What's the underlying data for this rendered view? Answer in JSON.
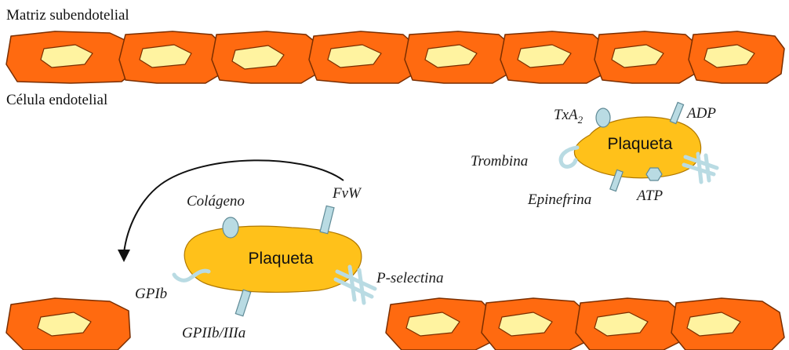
{
  "labels": {
    "matriz": "Matriz subendotelial",
    "celula": "Célula endotelial"
  },
  "platelet_top": {
    "name": "Plaqueta",
    "receptors": {
      "txa_main": "TxA",
      "txa_sub": "2",
      "adp": "ADP",
      "trombina": "Trombina",
      "epinefrina": "Epinefrina",
      "atp": "ATP"
    }
  },
  "platelet_bottom": {
    "name": "Plaqueta",
    "receptors": {
      "colageno": "Colágeno",
      "fvw": "FvW",
      "gpib": "GPIb",
      "gpiib": "GPIIb/IIIa",
      "pselectina": "P-selectina"
    }
  },
  "colors": {
    "cell_fill": "#ff6a10",
    "cell_stroke": "#7a2e00",
    "nucleus_fill": "#fff3a0",
    "platelet_fill": "#ffc11a",
    "platelet_stroke": "#b07800",
    "receptor_fill": "#b9dbe3",
    "receptor_stroke": "#5f8a96",
    "arrow": "#111111"
  }
}
